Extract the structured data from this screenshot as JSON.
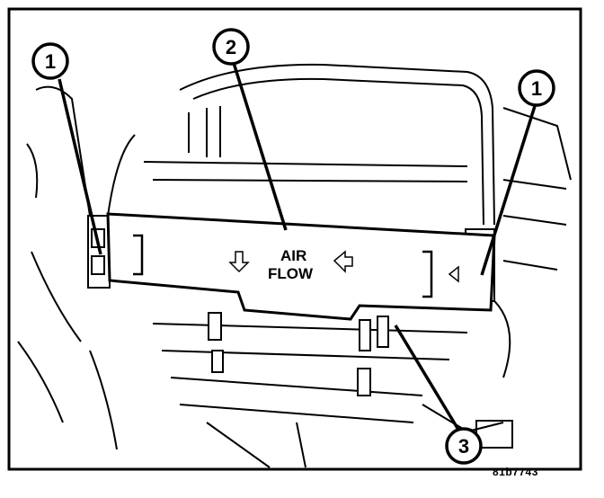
{
  "callouts": [
    {
      "label": "1"
    },
    {
      "label": "2"
    },
    {
      "label": "1"
    },
    {
      "label": "3"
    }
  ],
  "filter_door": {
    "line1": "AIR",
    "line2": "FLOW"
  },
  "figure_code": "81b7743"
}
